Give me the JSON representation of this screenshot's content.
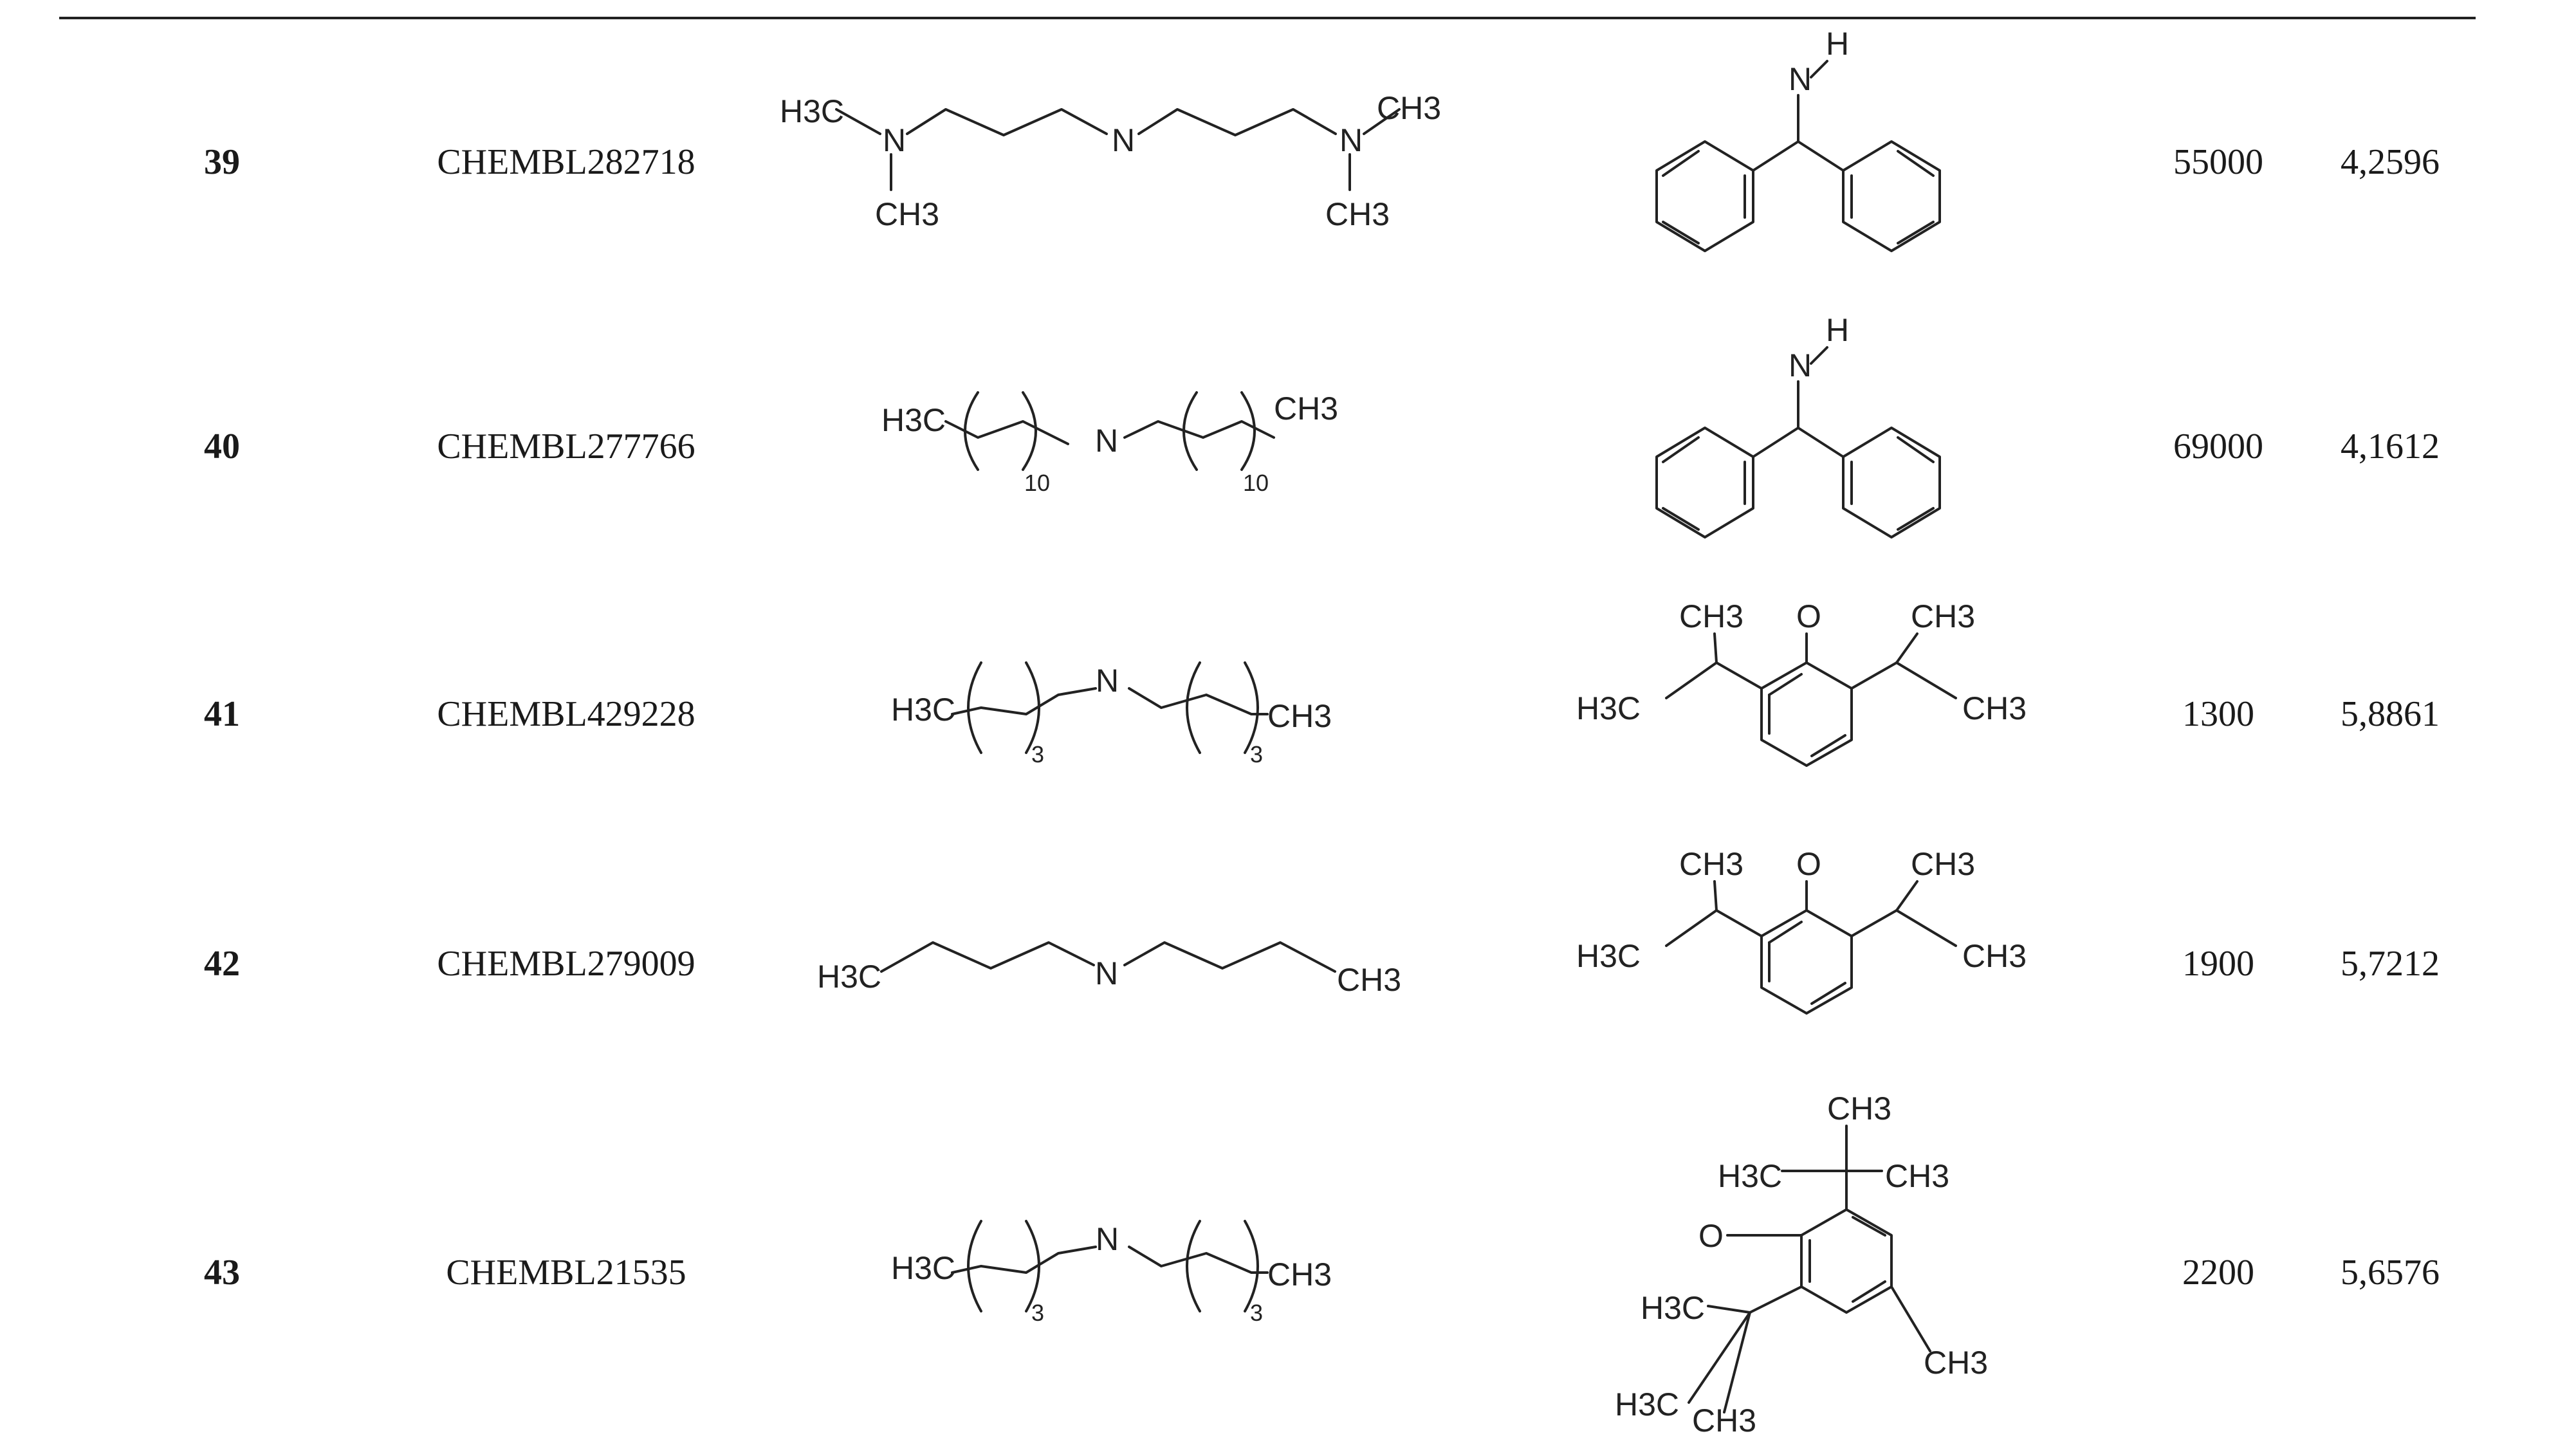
{
  "table": {
    "rows": [
      {
        "id": "39",
        "chembl": "CHEMBL282718",
        "value": "55000",
        "score": "4,2596"
      },
      {
        "id": "40",
        "chembl": "CHEMBL277766",
        "value": "69000",
        "score": "4,1612"
      },
      {
        "id": "41",
        "chembl": "CHEMBL429228",
        "value": "1300",
        "score": "5,8861"
      },
      {
        "id": "42",
        "chembl": "CHEMBL279009",
        "value": "1900",
        "score": "5,7212"
      },
      {
        "id": "43",
        "chembl": "CHEMBL21535",
        "value": "2200",
        "score": "5,6576"
      }
    ]
  },
  "labels": {
    "h3c": "H3C",
    "ch3": "CH3",
    "n": "N",
    "h": "H",
    "o": "O",
    "sub3": "3",
    "sub10": "10"
  }
}
